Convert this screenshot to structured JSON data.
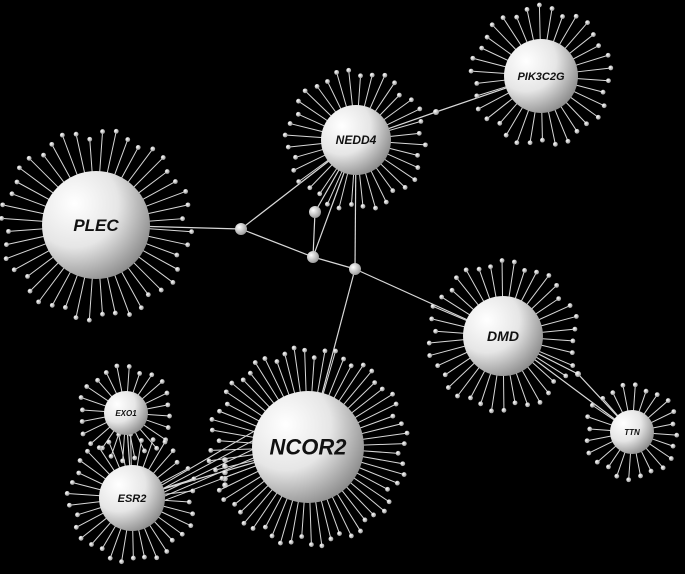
{
  "colors": {
    "background": "#000000",
    "edge": "#d8d8d8",
    "node_light": "#ffffff",
    "node_dark": "#7a7a7a"
  },
  "nodes": [
    {
      "id": "plec",
      "label": "PLEC"
    },
    {
      "id": "nedd4",
      "label": "NEDD4"
    },
    {
      "id": "pik3c2g",
      "label": "PIK3C2G"
    },
    {
      "id": "dmd",
      "label": "DMD"
    },
    {
      "id": "ttn",
      "label": "TTN"
    },
    {
      "id": "ncor2",
      "label": "NCOR2"
    },
    {
      "id": "exo1",
      "label": "EXO1"
    },
    {
      "id": "esr2",
      "label": "ESR2"
    }
  ]
}
